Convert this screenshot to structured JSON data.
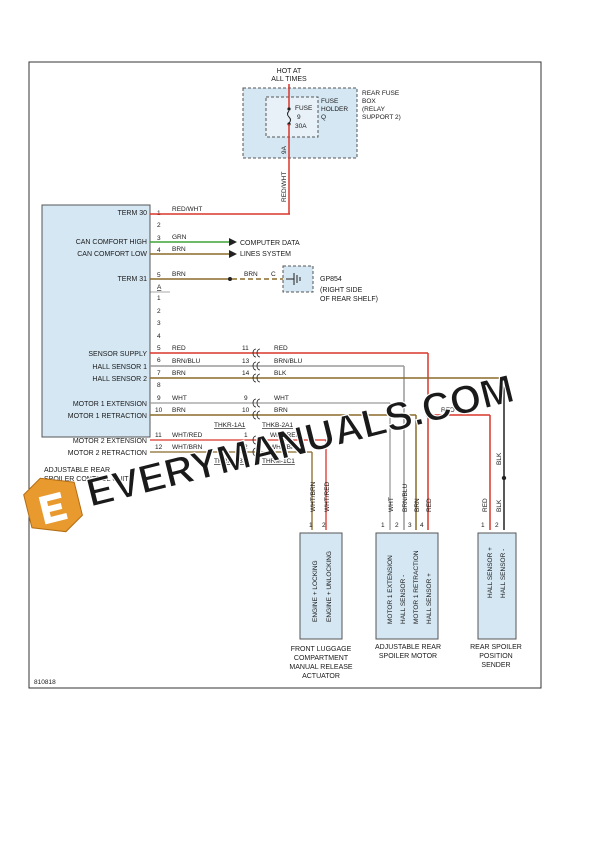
{
  "figure_id": "810818",
  "hot_at": [
    "HOT AT",
    "ALL TIMES"
  ],
  "fuse_box": {
    "lines": [
      "REAR FUSE",
      "BOX",
      "(RELAY",
      "SUPPORT 2)"
    ],
    "holder": [
      "FUSE",
      "HOLDER",
      "Q"
    ],
    "fuse": [
      "FUSE",
      "9",
      "30A"
    ],
    "pin": "9A"
  },
  "wire_vertical_red": "RED/WHT",
  "control_unit": {
    "name": [
      "ADJUSTABLE REAR",
      "SPOILER CONTROL UNIT"
    ],
    "labels": {
      "term30": "TERM 30",
      "can_high": "CAN COMFORT HIGH",
      "can_low": "CAN COMFORT LOW",
      "term31": "TERM 31",
      "sensor_supply": "SENSOR SUPPLY",
      "hall1": "HALL SENSOR 1",
      "hall2": "HALL SENSOR 2",
      "m1ext": "MOTOR 1 EXTENSION",
      "m1ret": "MOTOR 1 RETRACTION",
      "m2ext": "MOTOR 2 EXTENSION",
      "m2ret": "MOTOR 2 RETRACTION"
    },
    "pins_top": [
      "1",
      "2",
      "3",
      "4",
      "5"
    ],
    "pin_a": "A",
    "pins_bottom": [
      "1",
      "2",
      "3",
      "4",
      "5",
      "6",
      "7",
      "8",
      "9",
      "10",
      "11",
      "12"
    ]
  },
  "wires": {
    "w1": "RED/WHT",
    "w3": "GRN",
    "w4": "BRN",
    "w5": "BRN",
    "w5b": "BRN",
    "c": "C",
    "s5": "RED",
    "s6": "BRN/BLU",
    "s7": "BRN",
    "s9": "WHT",
    "s10": "BRN",
    "s11": "WHT/RED",
    "s12": "WHT/BRN",
    "r5": "RED",
    "r6": "BRN/BLU",
    "r7": "BLK",
    "r9": "WHT",
    "r10": "BRN",
    "r11": "WHT/RED",
    "r12": "WHT/BRN",
    "red_branch": "RED",
    "blk_vertical": "BLK"
  },
  "connector_pins": {
    "p11": "11",
    "p13": "13",
    "p14": "14",
    "p9": "9",
    "p10": "10",
    "p1": "1",
    "p2": "2"
  },
  "connector_names": {
    "thkr1a1": "THKR-1A1",
    "thkb2a1": "THKB-2A1",
    "thrm1b1": "THRM-1B1",
    "thrm1c1": "THRM-1C1"
  },
  "computer_data": [
    "COMPUTER DATA",
    "LINES SYSTEM"
  ],
  "ground": {
    "name": "GP854",
    "desc": [
      "(RIGHT SIDE",
      "OF REAR SHELF)"
    ]
  },
  "actuator": {
    "wires": [
      "WHT/BRN",
      "WHT/RED"
    ],
    "pins": [
      "1",
      "2"
    ],
    "functions": [
      "ENGINE + LOCKING",
      "ENGINE + UNLOCKING"
    ],
    "caption": [
      "FRONT LUGGAGE",
      "COMPARTMENT",
      "MANUAL RELEASE",
      "ACTUATOR"
    ]
  },
  "motor": {
    "wires": [
      "WHT",
      "BRN/BLU",
      "BRN",
      "RED"
    ],
    "pins": [
      "1",
      "2",
      "3",
      "4"
    ],
    "functions": [
      "MOTOR 1 EXTENSION",
      "HALL SENSOR -",
      "MOTOR 1 RETRACTION",
      "HALL SENSOR +"
    ],
    "caption": [
      "ADJUSTABLE REAR",
      "SPOILER MOTOR"
    ]
  },
  "sender": {
    "wires": [
      "RED",
      "BLK"
    ],
    "pins": [
      "1",
      "2"
    ],
    "functions": [
      "HALL SENSOR +",
      "HALL SENSOR -"
    ],
    "caption": [
      "REAR SPOILER",
      "POSITION",
      "SENDER"
    ]
  },
  "watermark": "EVERYMANUALS.COM",
  "colors": {
    "red": "#d9362b",
    "green": "#3ea33a",
    "brown": "#8a6a2a",
    "gray": "#9a9a9a",
    "black": "#222222",
    "blue_fill": "#d5e7f3",
    "watermark": "#1d1d1d",
    "logo": "#e89a2e"
  }
}
